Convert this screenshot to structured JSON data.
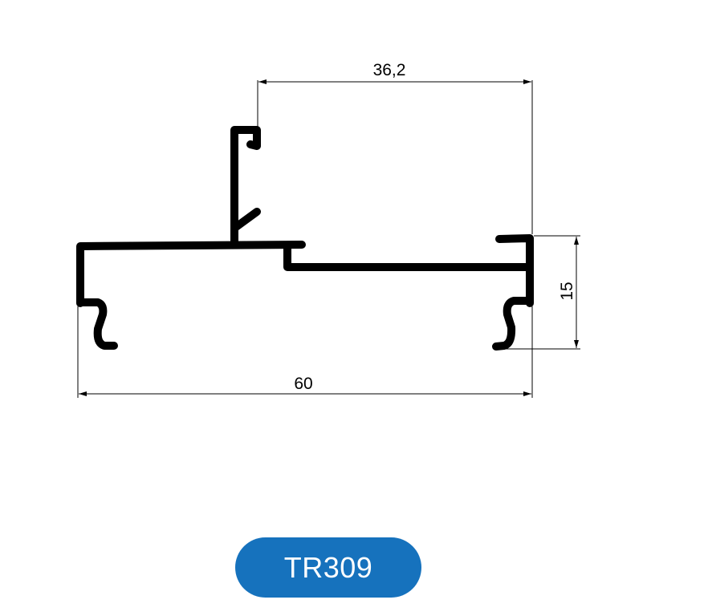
{
  "drawing": {
    "dimensions": {
      "top_width": "36,2",
      "overall_width": "60",
      "height": "15"
    },
    "colors": {
      "profile": "#000000",
      "badge": "#1672bd"
    }
  },
  "badge": {
    "label": "TR309"
  }
}
